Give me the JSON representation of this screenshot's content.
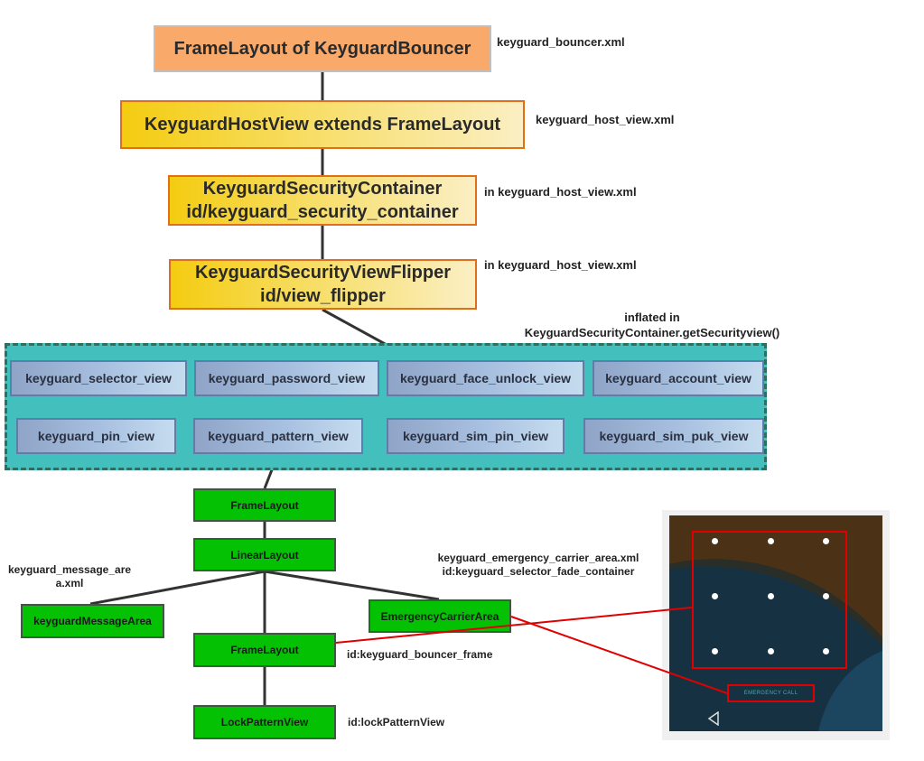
{
  "nodes": {
    "bouncer_frame": "FrameLayout of KeyguardBouncer",
    "host_view": "KeyguardHostView extends FrameLayout",
    "security_container": [
      "KeyguardSecurityContainer",
      "id/keyguard_security_container"
    ],
    "view_flipper": [
      "KeyguardSecurityViewFlipper",
      "id/view_flipper"
    ],
    "security_views": [
      "keyguard_selector_view",
      "keyguard_password_view",
      "keyguard_face_unlock_view",
      "keyguard_account_view",
      "keyguard_pin_view",
      "keyguard_pattern_view",
      "keyguard_sim_pin_view",
      "keyguard_sim_puk_view"
    ],
    "pattern_frame": "FrameLayout",
    "linear_layout": "LinearLayout",
    "message_area": "keyguardMessageArea",
    "emergency_area": "EmergencyCarrierArea",
    "bouncer_frame_inner": "FrameLayout",
    "lock_pattern_view": "LockPatternView"
  },
  "annotations": {
    "bouncer_xml": "keyguard_bouncer.xml",
    "host_xml": "keyguard_host_view.xml",
    "container_in": "in keyguard_host_view.xml",
    "flipper_in": "in keyguard_host_view.xml",
    "inflated": [
      "inflated in",
      "KeyguardSecurityContainer.getSecurityview()"
    ],
    "message_xml": [
      "keyguard_message_are",
      "a.xml"
    ],
    "emergency_xml": [
      "keyguard_emergency_carrier_area.xml",
      "id:keyguard_selector_fade_container"
    ],
    "bouncer_frame_id": "id:keyguard_bouncer_frame",
    "pattern_view_id": "id:lockPatternView"
  },
  "phone": {
    "emergency_call": "EMERGENCY CALL",
    "back_icon": "back-triangle-icon"
  },
  "colors": {
    "orange_node": "#f9a96a",
    "yellow_node": "#f4cc10",
    "blue_node": "#a9c1e0",
    "green_node": "#04c104",
    "flipper_group": "#43c0be",
    "highlight": "#e00000"
  }
}
